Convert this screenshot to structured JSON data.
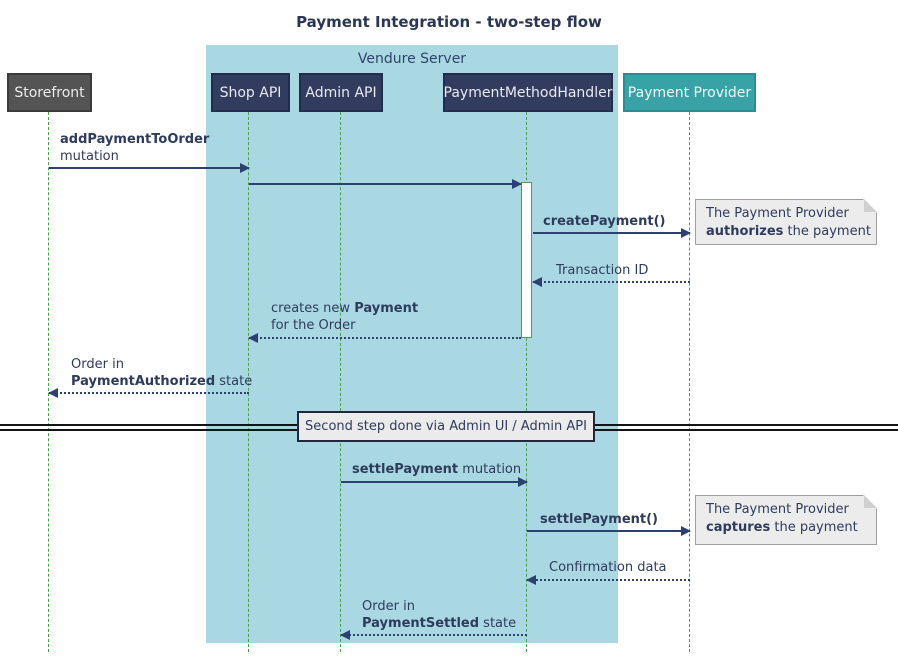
{
  "title": "Payment Integration - two-step flow",
  "frame": {
    "label": "Vendure Server"
  },
  "participants": [
    {
      "id": "storefront",
      "label": "Storefront"
    },
    {
      "id": "shop-api",
      "label": "Shop API"
    },
    {
      "id": "admin-api",
      "label": "Admin API"
    },
    {
      "id": "payment-method-handler",
      "label": "PaymentMethodHandler"
    },
    {
      "id": "payment-provider",
      "label": "Payment Provider"
    }
  ],
  "messages": [
    {
      "from": "Storefront",
      "to": "Shop API",
      "type": "solid",
      "bold": "addPaymentToOrder",
      "rest": "mutation"
    },
    {
      "from": "Shop API",
      "to": "PaymentMethodHandler",
      "type": "solid"
    },
    {
      "from": "PaymentMethodHandler",
      "to": "Payment Provider",
      "type": "solid",
      "bold": "createPayment()"
    },
    {
      "from": "Payment Provider",
      "to": "PaymentMethodHandler",
      "type": "dotted",
      "text": "Transaction ID"
    },
    {
      "from": "PaymentMethodHandler",
      "to": "Shop API",
      "type": "dotted",
      "pre": "creates new ",
      "bold": "Payment",
      "line2": "for the Order"
    },
    {
      "from": "Shop API",
      "to": "Storefront",
      "type": "dotted",
      "line1": "Order in",
      "bold": "PaymentAuthorized",
      "post": " state"
    },
    {
      "from": "Admin API",
      "to": "PaymentMethodHandler",
      "type": "solid",
      "bold": "settlePayment",
      "post": " mutation"
    },
    {
      "from": "PaymentMethodHandler",
      "to": "Payment Provider",
      "type": "solid",
      "bold": "settlePayment()"
    },
    {
      "from": "Payment Provider",
      "to": "PaymentMethodHandler",
      "type": "dotted",
      "text": "Confirmation data"
    },
    {
      "from": "PaymentMethodHandler",
      "to": "Admin API",
      "type": "dotted",
      "line1": "Order in",
      "bold": "PaymentSettled",
      "post": " state"
    }
  ],
  "divider": {
    "label": "Second step done via Admin UI / Admin API"
  },
  "notes": [
    {
      "line1": "The Payment Provider",
      "bold": "authorizes",
      "rest": " the payment"
    },
    {
      "line1": "The Payment Provider",
      "bold": "captures",
      "rest": " the payment"
    }
  ],
  "colors": {
    "frame_bg": "#a9d8e3",
    "participant_navy": "#323c5e",
    "participant_gray": "#545454",
    "participant_teal": "#38a2a6",
    "lifeline_green": "#4c9e4d",
    "arrow_navy": "#2c4170",
    "note_bg": "#ececec",
    "text_navy": "#2f3b5c"
  }
}
